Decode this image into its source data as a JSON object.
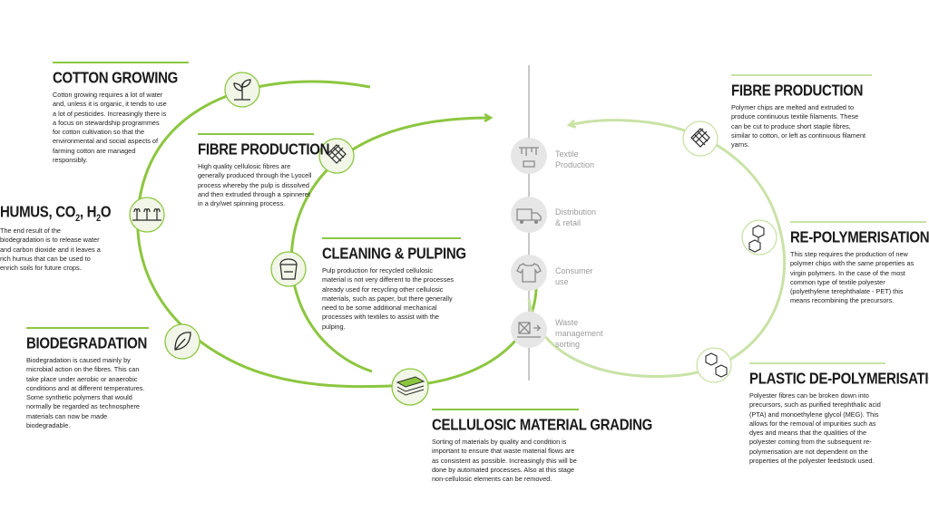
{
  "left_cycle": {
    "cotton_growing": {
      "title": "COTTON GROWING",
      "body": "Cotton growing requires a lot of water and, unless it is organic, it tends to use a lot of pesticides. Increasingly there is a focus on stewardship programmes for cotton cultivation so that the environmental and social aspects of farming cotton are managed responsibly."
    },
    "humus": {
      "title_main": "HUMUS, CO",
      "title_sub1": "2",
      "title_mid": ", H",
      "title_sub2": "2",
      "title_end": "O",
      "body": "The end result of the biodegradation is to release water and carbon dioxide and it leaves a rich humus that can be used to enrich soils for future crops."
    },
    "biodegradation": {
      "title": "BIODEGRADATION",
      "body": "Biodegradation is caused mainly by microbial action on the fibres. This can take place under aerobic or anaerobic conditions and at different temperatures. Some synthetic polymers that would normally be regarded as technosphere materials can now be made biodegradable."
    },
    "fibre_production": {
      "title": "FIBRE PRODUCTION",
      "body": "High quality cellulosic fibres are generally produced through the Lyocell process whereby the pulp is dissolved and then extruded through a spinneret in a dry/wet spinning process."
    },
    "cleaning_pulping": {
      "title": "CLEANING & PULPING",
      "body": "Pulp production for recycled cellulosic material is not very different to the processes already used for recycling other cellulosic materials, such as paper, but there generally need to be some additional mechanical processes with textiles to assist with the pulping."
    },
    "cellulosic_grading": {
      "title": "CELLULOSIC MATERIAL GRADING",
      "body": "Sorting of materials by quality and condition is important to ensure that waste material flows are as consistent as possible. Increasingly this will be done by automated processes. Also at this stage non-cellulosic elements can be removed."
    }
  },
  "right_cycle": {
    "fibre_production": {
      "title": "FIBRE PRODUCTION",
      "body": "Polymer chips are melted and extruded to produce continuous textile filaments. These can be cut to produce short staple fibres, similar to cotton, or left as continuous filament yarns."
    },
    "re_polymerisation": {
      "title": "RE-POLYMERISATION",
      "body": "This step requires the production of new polymer chips with the same properties as virgin polymers. In the case of the most common type of textile polyester (polyethylene terephthalate - PET) this means recombining the precursors."
    },
    "plastic_depolymerisation": {
      "title": "PLASTIC DE-POLYMERISATION",
      "body": "Polyester fibres can be broken down into precursors, such as purified terephthalic acid (PTA) and monoethylene glycol (MEG). This allows for the removal of impurities such as dyes and means that the qualities of the polyester coming from the subsequent re-polymerisation are not dependent on the properties of the polyester feedstock used."
    }
  },
  "stages": [
    {
      "line1": "Textile",
      "line2": "Production",
      "icon": "textile-production-icon"
    },
    {
      "line1": "Distribution",
      "line2": "& retail",
      "icon": "delivery-truck-icon"
    },
    {
      "line1": "Consumer",
      "line2": "use",
      "icon": "t-shirt-icon"
    },
    {
      "line1": "Waste",
      "line2": "management",
      "line3": "sorting",
      "icon": "waste-sorting-icon"
    }
  ],
  "colors": {
    "primary_green": "#8cc63f",
    "light_green": "#c9e2a6",
    "icon_circle_fill": "#f1f6e8",
    "stage_circle_fill": "#e6e6e6",
    "stage_text": "#9b9b9b",
    "text": "#1a1a1a"
  }
}
